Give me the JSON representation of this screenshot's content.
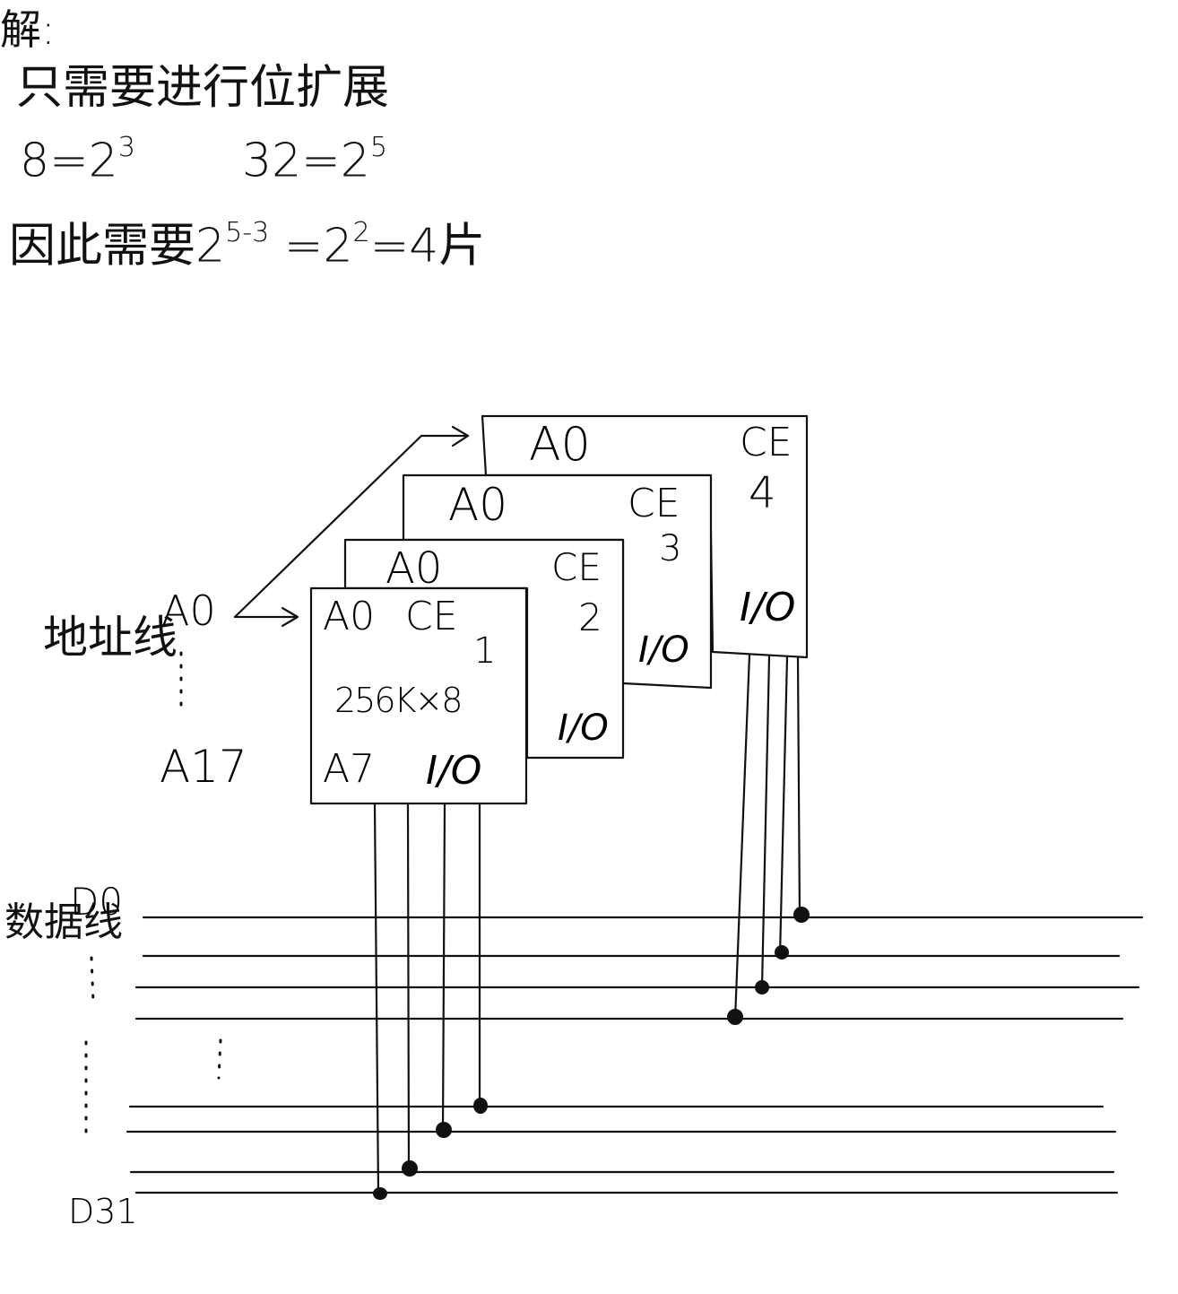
{
  "solution": {
    "heading": "解:",
    "line1": "只需要进行位扩展",
    "eq1": {
      "base": "8=2",
      "exp": "3"
    },
    "eq2": {
      "base": "32=2",
      "exp": "5"
    },
    "line3": {
      "pre": "因此需要2",
      "exp1": "5-3",
      "mid": " =2",
      "exp2": "2",
      "post": "=4片"
    }
  },
  "diagram": {
    "address_bus_label": "地址线",
    "data_bus_label": "数据线",
    "addr_first": "A0",
    "addr_dots": "⋮",
    "addr_last": "A17",
    "data_first": "D0",
    "data_last": "D31",
    "chips": [
      {
        "addr_pin": "A0",
        "ce_label": "CE",
        "number": "1",
        "io_label": "I/O",
        "capacity": "256K×8",
        "addr_bottom": "A7"
      },
      {
        "addr_pin": "A0",
        "ce_label": "CE",
        "number": "2",
        "io_label": "I/O"
      },
      {
        "addr_pin": "A0",
        "ce_label": "CE",
        "number": "3",
        "io_label": "I/O"
      },
      {
        "addr_pin": "A0",
        "ce_label": "CE",
        "number": "4",
        "io_label": "I/O"
      }
    ]
  }
}
